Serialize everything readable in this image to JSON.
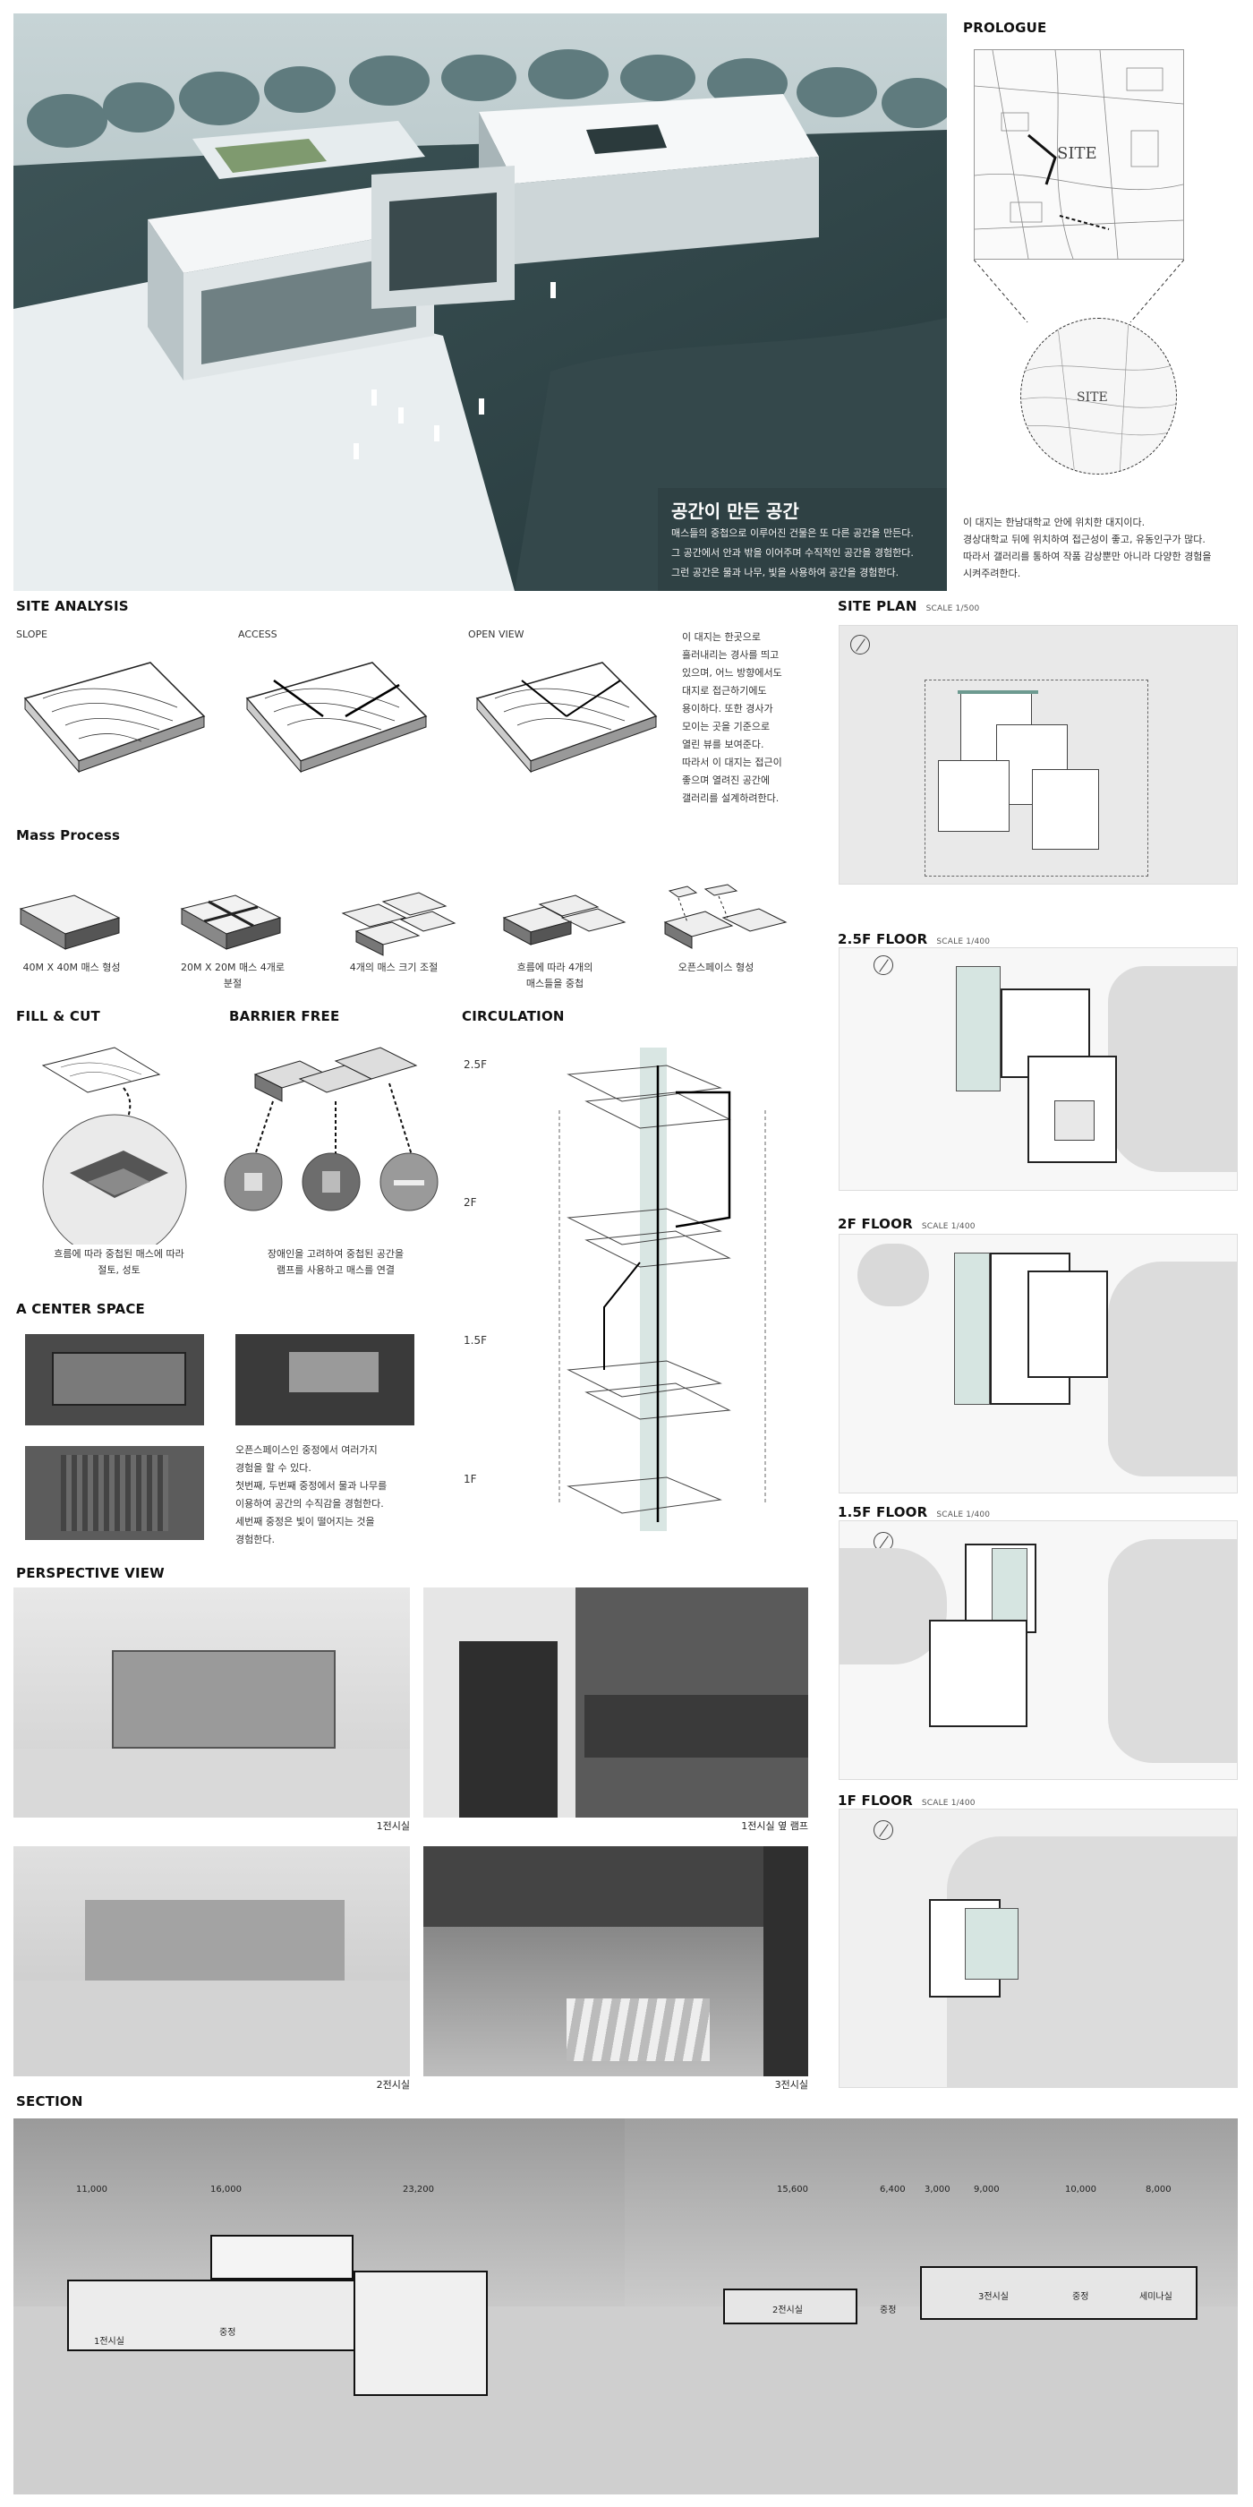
{
  "hero": {
    "title": "공간이 만든 공간",
    "lines": [
      "매스들의 중첩으로 이루어진 건물은 또 다른 공간을 만든다.",
      "그 공간에서 안과 밖을 이어주며 수직적인 공간을 경험한다.",
      "그런 공간은 물과 나무, 빛을 사용하여 공간을 경험한다."
    ]
  },
  "prologue": {
    "heading": "PROLOGUE",
    "map_label": "SITE",
    "detail_label": "SITE",
    "lines": [
      "이 대지는 한남대학교 안에 위치한 대지이다.",
      "경상대학교 뒤에 위치하여 접근성이 좋고, 유동인구가 많다.",
      "따라서 갤러리를 통하여 작품 감상뿐만 아니라 다양한 경험을",
      "시켜주려한다."
    ]
  },
  "site_analysis": {
    "heading": "SITE ANALYSIS",
    "labels": [
      "SLOPE",
      "ACCESS",
      "OPEN VIEW"
    ],
    "lines": [
      "이 대지는 한곳으로",
      "흘러내리는 경사를 띄고",
      "있으며, 어느 방향에서도",
      "대지로 접근하기에도",
      "용이하다. 또한 경사가",
      "모이는 곳을 기준으로",
      "열린 뷰를 보여준다.",
      "따라서 이 대지는 접근이",
      "좋으며 열려진 공간에",
      "갤러리를 설계하려한다."
    ]
  },
  "mass_process": {
    "heading": "Mass Process",
    "steps": [
      {
        "line1": "40M X 40M 매스 형성",
        "line2": ""
      },
      {
        "line1": "20M X 20M 매스 4개로",
        "line2": "분절"
      },
      {
        "line1": "4개의 매스 크기 조절",
        "line2": ""
      },
      {
        "line1": "흐름에 따라 4개의",
        "line2": "매스들을 중첩"
      },
      {
        "line1": "오픈스페이스 형성",
        "line2": ""
      }
    ]
  },
  "fill_cut": {
    "heading": "FILL & CUT",
    "line1": "흐름에 따라 중첩된 매스에 따라",
    "line2": "절토, 성토"
  },
  "barrier_free": {
    "heading": "BARRIER FREE",
    "line1": "장애인을 고려하여 중첩된 공간을",
    "line2": "램프를 사용하고 매스를 연결"
  },
  "circulation": {
    "heading": "CIRCULATION",
    "levels": [
      "2.5F",
      "2F",
      "1.5F",
      "1F"
    ]
  },
  "center_space": {
    "heading": "A CENTER SPACE",
    "lines": [
      "오픈스페이스인 중정에서 여러가지",
      "경험을 할 수 있다.",
      "첫번째, 두번째 중정에서 물과 나무를",
      "이용하여 공간의 수직감을 경험한다.",
      "세번째 중정은 빛이 떨어지는 것을",
      "경험한다."
    ]
  },
  "perspective": {
    "heading": "PERSPECTIVE VIEW",
    "captions": [
      "1전시실",
      "1전시실 옆 램프",
      "2전시실",
      "3전시실"
    ]
  },
  "site_plan": {
    "heading": "SITE PLAN",
    "scale": "SCALE 1/500"
  },
  "floors": [
    {
      "heading": "2.5F FLOOR",
      "scale": "SCALE 1/400"
    },
    {
      "heading": "2F FLOOR",
      "scale": "SCALE 1/400"
    },
    {
      "heading": "1.5F FLOOR",
      "scale": "SCALE 1/400"
    },
    {
      "heading": "1F FLOOR",
      "scale": "SCALE 1/400"
    }
  ],
  "section": {
    "heading": "SECTION",
    "dims_left": [
      "11,000",
      "16,000",
      "23,200"
    ],
    "dims_right": [
      "15,600",
      "6,400",
      "3,000",
      "9,000",
      "10,000",
      "8,000"
    ],
    "rooms_left": [
      "1전시실",
      "중정"
    ],
    "rooms_right": [
      "2전시실",
      "중정",
      "3전시실",
      "중정",
      "세미나실"
    ]
  }
}
